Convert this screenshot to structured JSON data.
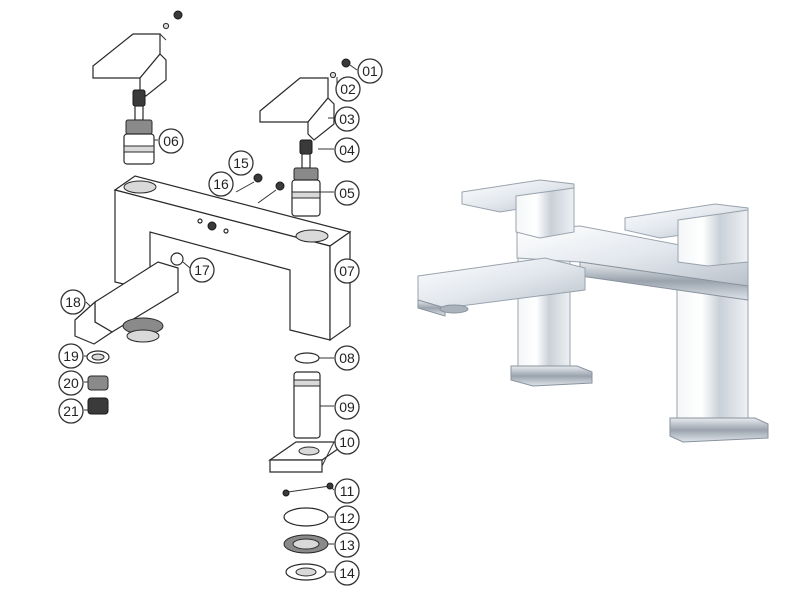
{
  "diagram": {
    "callouts": [
      "01",
      "02",
      "03",
      "04",
      "05",
      "06",
      "07",
      "08",
      "09",
      "10",
      "11",
      "12",
      "13",
      "14",
      "15",
      "16",
      "17",
      "18",
      "19",
      "20",
      "21"
    ]
  },
  "photo": {}
}
